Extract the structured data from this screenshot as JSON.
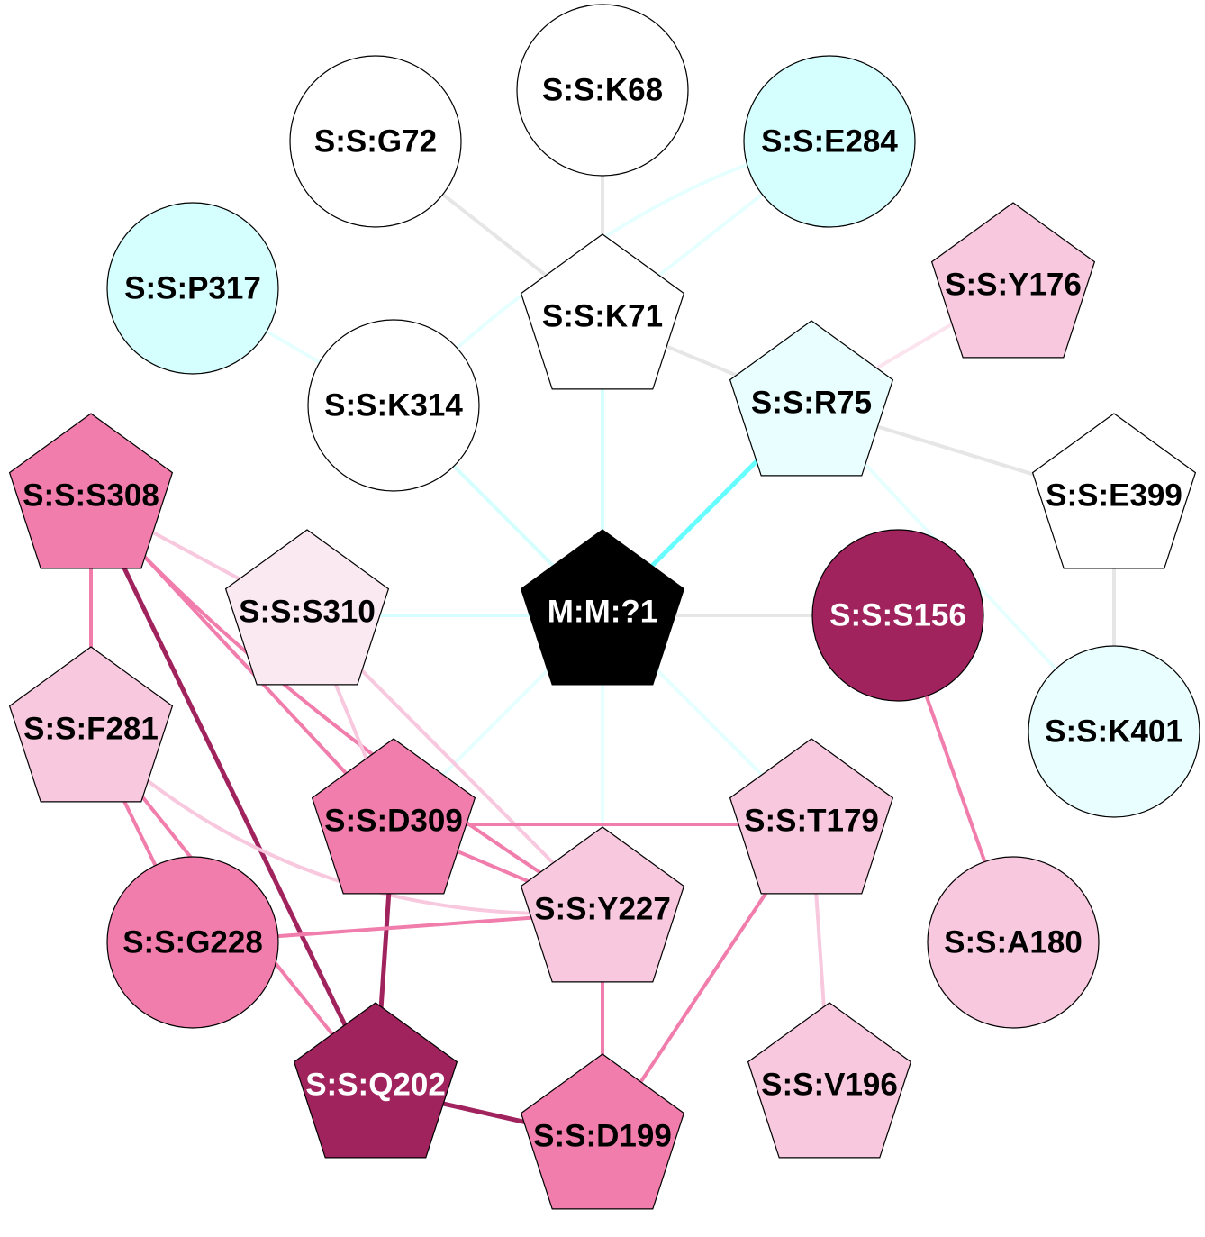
{
  "graph": {
    "nodes": [
      {
        "id": "K68",
        "label": "S:S:K68",
        "shape": "circle",
        "fill": "#ffffff",
        "text": "#000000"
      },
      {
        "id": "G72",
        "label": "S:S:G72",
        "shape": "circle",
        "fill": "#ffffff",
        "text": "#000000"
      },
      {
        "id": "E284",
        "label": "S:S:E284",
        "shape": "circle",
        "fill": "#d5ffff",
        "text": "#000000"
      },
      {
        "id": "P317",
        "label": "S:S:P317",
        "shape": "circle",
        "fill": "#d5ffff",
        "text": "#000000"
      },
      {
        "id": "Y176",
        "label": "S:S:Y176",
        "shape": "pentagon",
        "fill": "#f8c8de",
        "text": "#000000"
      },
      {
        "id": "K71",
        "label": "S:S:K71",
        "shape": "pentagon",
        "fill": "#ffffff",
        "text": "#000000"
      },
      {
        "id": "K314",
        "label": "S:S:K314",
        "shape": "circle",
        "fill": "#ffffff",
        "text": "#000000"
      },
      {
        "id": "R75",
        "label": "S:S:R75",
        "shape": "pentagon",
        "fill": "#e9ffff",
        "text": "#000000"
      },
      {
        "id": "S308",
        "label": "S:S:S308",
        "shape": "pentagon",
        "fill": "#f07dab",
        "text": "#000000"
      },
      {
        "id": "E399",
        "label": "S:S:E399",
        "shape": "pentagon",
        "fill": "#ffffff",
        "text": "#000000"
      },
      {
        "id": "S310",
        "label": "S:S:S310",
        "shape": "pentagon",
        "fill": "#fbe9f2",
        "text": "#000000"
      },
      {
        "id": "M1",
        "label": "M:M:?1",
        "shape": "pentagon",
        "fill": "#000000",
        "text": "#ffffff"
      },
      {
        "id": "S156",
        "label": "S:S:S156",
        "shape": "circle",
        "fill": "#a0235e",
        "text": "#ffffff"
      },
      {
        "id": "F281",
        "label": "S:S:F281",
        "shape": "pentagon",
        "fill": "#f8c8de",
        "text": "#000000"
      },
      {
        "id": "K401",
        "label": "S:S:K401",
        "shape": "circle",
        "fill": "#e9ffff",
        "text": "#000000"
      },
      {
        "id": "D309",
        "label": "S:S:D309",
        "shape": "pentagon",
        "fill": "#f07dab",
        "text": "#000000"
      },
      {
        "id": "T179",
        "label": "S:S:T179",
        "shape": "pentagon",
        "fill": "#f8c8de",
        "text": "#000000"
      },
      {
        "id": "Y227",
        "label": "S:S:Y227",
        "shape": "pentagon",
        "fill": "#f8c8de",
        "text": "#000000"
      },
      {
        "id": "G228",
        "label": "S:S:G228",
        "shape": "circle",
        "fill": "#f07dab",
        "text": "#000000"
      },
      {
        "id": "A180",
        "label": "S:S:A180",
        "shape": "circle",
        "fill": "#f8c8de",
        "text": "#000000"
      },
      {
        "id": "Q202",
        "label": "S:S:Q202",
        "shape": "pentagon",
        "fill": "#a0235e",
        "text": "#ffffff"
      },
      {
        "id": "V196",
        "label": "S:S:V196",
        "shape": "pentagon",
        "fill": "#f8c8de",
        "text": "#000000"
      },
      {
        "id": "D199",
        "label": "S:S:D199",
        "shape": "pentagon",
        "fill": "#f07dab",
        "text": "#000000"
      }
    ],
    "edges": [
      {
        "s": "K68",
        "t": "K71",
        "color": "#e6e6e6"
      },
      {
        "s": "G72",
        "t": "K71",
        "color": "#e6e6e6"
      },
      {
        "s": "E284",
        "t": "K71",
        "color": "#e6ffff"
      },
      {
        "s": "E284",
        "t": "K314",
        "color": "#e6ffff"
      },
      {
        "s": "P317",
        "t": "K314",
        "color": "#e6ffff"
      },
      {
        "s": "K71",
        "t": "M1",
        "color": "#d5ffff"
      },
      {
        "s": "K71",
        "t": "R75",
        "color": "#e6e6e6"
      },
      {
        "s": "Y176",
        "t": "R75",
        "color": "#fbe4ee"
      },
      {
        "s": "R75",
        "t": "E399",
        "color": "#e6e6e6"
      },
      {
        "s": "R75",
        "t": "M1",
        "color": "#66ffff"
      },
      {
        "s": "R75",
        "t": "K401",
        "color": "#e6ffff"
      },
      {
        "s": "E399",
        "t": "K401",
        "color": "#e6e6e6"
      },
      {
        "s": "K314",
        "t": "M1",
        "color": "#d5ffff"
      },
      {
        "s": "S310",
        "t": "M1",
        "color": "#d5ffff"
      },
      {
        "s": "S156",
        "t": "M1",
        "color": "#e6e6e6"
      },
      {
        "s": "M1",
        "t": "D309",
        "color": "#e6ffff"
      },
      {
        "s": "M1",
        "t": "Y227",
        "color": "#e6ffff"
      },
      {
        "s": "M1",
        "t": "T179",
        "color": "#e6ffff"
      },
      {
        "s": "S156",
        "t": "A180",
        "color": "#f07dab"
      },
      {
        "s": "S308",
        "t": "S310",
        "color": "#f8c8de"
      },
      {
        "s": "S308",
        "t": "F281",
        "color": "#f07dab"
      },
      {
        "s": "S308",
        "t": "Q202",
        "color": "#a0235e"
      },
      {
        "s": "S308",
        "t": "D309",
        "color": "#f07dab"
      },
      {
        "s": "S308",
        "t": "Y227",
        "color": "#f07dab"
      },
      {
        "s": "S310",
        "t": "D309",
        "color": "#f8c8de"
      },
      {
        "s": "S310",
        "t": "Y227",
        "color": "#f8c8de"
      },
      {
        "s": "F281",
        "t": "G228",
        "color": "#f07dab"
      },
      {
        "s": "F281",
        "t": "Q202",
        "color": "#f07dab"
      },
      {
        "s": "F281",
        "t": "Y227",
        "color": "#f8c8de"
      },
      {
        "s": "D309",
        "t": "T179",
        "color": "#f07dab"
      },
      {
        "s": "D309",
        "t": "Y227",
        "color": "#f07dab"
      },
      {
        "s": "D309",
        "t": "Q202",
        "color": "#a0235e"
      },
      {
        "s": "G228",
        "t": "Y227",
        "color": "#f07dab"
      },
      {
        "s": "Y227",
        "t": "D199",
        "color": "#f07dab"
      },
      {
        "s": "T179",
        "t": "D199",
        "color": "#f07dab"
      },
      {
        "s": "T179",
        "t": "V196",
        "color": "#f8c8de"
      },
      {
        "s": "Q202",
        "t": "D199",
        "color": "#a0235e"
      }
    ]
  }
}
